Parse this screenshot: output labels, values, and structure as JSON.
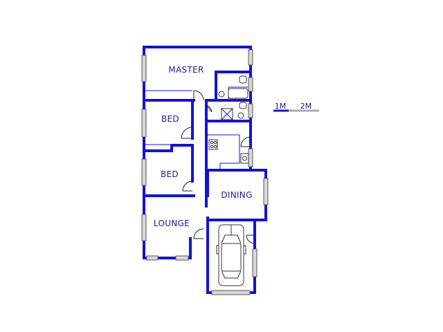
{
  "rooms": {
    "master": "MASTER",
    "bed1": "BED",
    "bed2": "BED",
    "dining": "DINING",
    "lounge": "LOUNGE"
  },
  "scale": {
    "label_1m": "1M",
    "label_2m": "2M"
  },
  "colors": {
    "wall": "#1111dd",
    "text": "#1a1a8c",
    "scale_grey": "#aaaaaa"
  }
}
